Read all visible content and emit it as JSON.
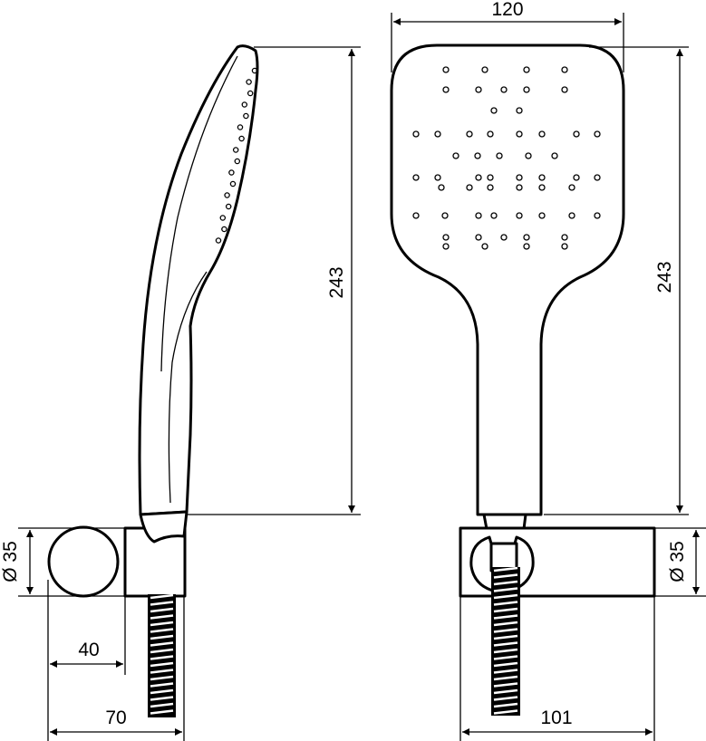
{
  "drawing": {
    "dimensions": {
      "head_width": "120",
      "side_length": "243",
      "front_length": "243",
      "side_bracket_diameter": "Ø 35",
      "front_bracket_diameter": "Ø 35",
      "bracket_offset": "40",
      "bracket_depth": "70",
      "bracket_width": "101"
    }
  }
}
